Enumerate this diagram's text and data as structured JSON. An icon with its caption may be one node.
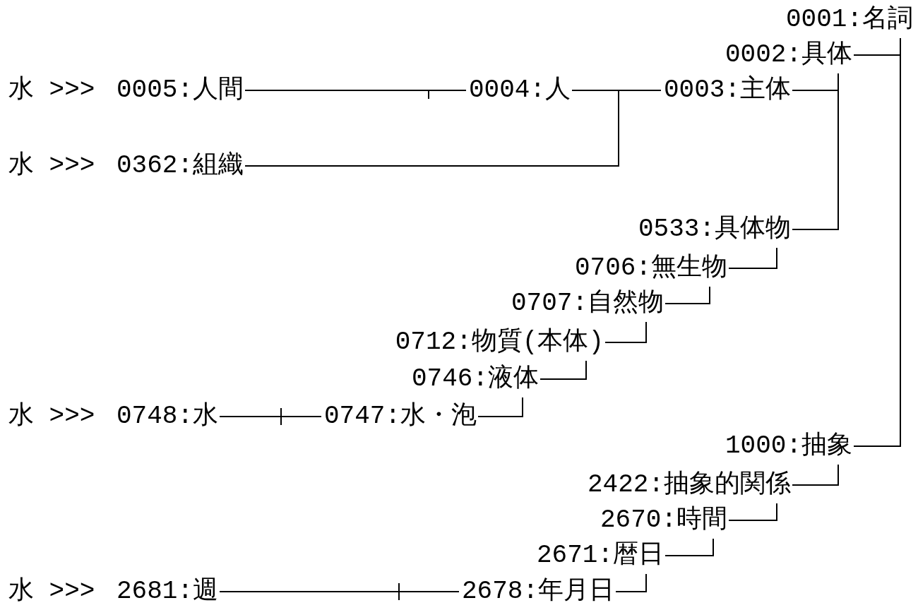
{
  "diagram": {
    "nodes": [
      {
        "text": [
          "0001:名詞"
        ]
      },
      {
        "text": [
          "0002:具体"
        ]
      },
      {
        "text": [
          "0005:人間"
        ]
      },
      {
        "text": [
          "0004:人"
        ]
      },
      {
        "text": [
          "0003:主体"
        ]
      },
      {
        "text": [
          "0362:組織"
        ]
      },
      {
        "text": [
          "0533:具体物"
        ]
      },
      {
        "text": [
          "0706:無生物"
        ]
      },
      {
        "text": [
          "0707:自然物"
        ]
      },
      {
        "text": [
          "0712:物質(本体)"
        ]
      },
      {
        "text": [
          "0746:液体"
        ]
      },
      {
        "text": [
          "0748:水"
        ]
      },
      {
        "text": [
          "0747:水・泡"
        ]
      },
      {
        "text": [
          "1000:抽象"
        ]
      },
      {
        "text": [
          "2422:抽象的関係"
        ]
      },
      {
        "text": [
          "2670:時間"
        ]
      },
      {
        "text": [
          "2671:暦日"
        ]
      },
      {
        "text": [
          "2681:週"
        ]
      },
      {
        "text": [
          "2678:年月日"
        ]
      }
    ],
    "edges": [
      {
        "from": 1,
        "to": 0,
        "arrow": "none"
      },
      {
        "from": 4,
        "to": 1,
        "arrow": "none"
      },
      {
        "from": 3,
        "to": 4,
        "arrow": "none"
      },
      {
        "from": 2,
        "to": 3,
        "arrow": "none"
      },
      {
        "from": 5,
        "to": 4,
        "arrow": "none"
      },
      {
        "from": 6,
        "to": 1,
        "arrow": "none"
      },
      {
        "from": 7,
        "to": 6,
        "arrow": "none"
      },
      {
        "from": 8,
        "to": 7,
        "arrow": "none"
      },
      {
        "from": 9,
        "to": 8,
        "arrow": "none"
      },
      {
        "from": 10,
        "to": 9,
        "arrow": "none"
      },
      {
        "from": 12,
        "to": 10,
        "arrow": "none"
      },
      {
        "from": 11,
        "to": 12,
        "arrow": "none"
      },
      {
        "from": 13,
        "to": 0,
        "arrow": "none"
      },
      {
        "from": 14,
        "to": 13,
        "arrow": "none"
      },
      {
        "from": 15,
        "to": 14,
        "arrow": "none"
      },
      {
        "from": 16,
        "to": 15,
        "arrow": "none"
      },
      {
        "from": 18,
        "to": 16,
        "arrow": "none"
      },
      {
        "from": 17,
        "to": 18,
        "arrow": "none"
      }
    ],
    "labels": [
      "水 >>>",
      "水 >>>",
      "水 >>>",
      "水 >>>"
    ]
  }
}
